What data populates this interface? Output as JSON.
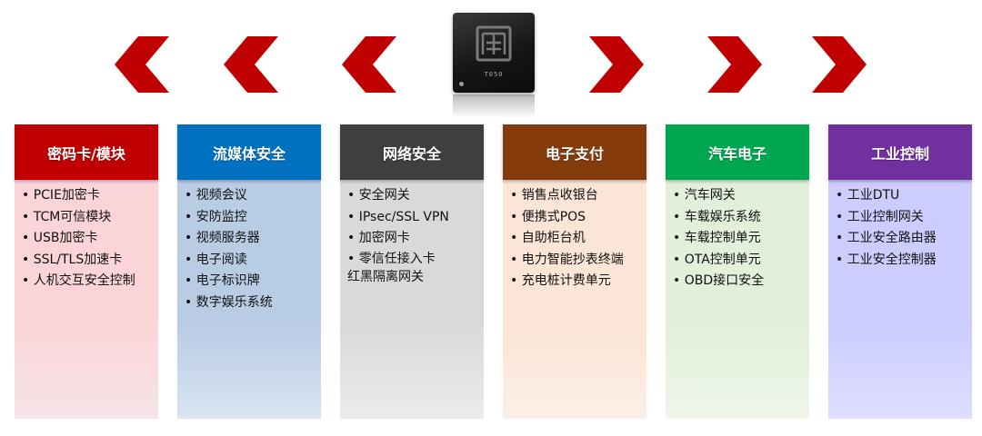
{
  "chip": {
    "marking": "T050",
    "icon": "chip-icon"
  },
  "arrows": {
    "left_color": "#c00000",
    "right_color": "#c00000"
  },
  "columns": [
    {
      "title": "密码卡/模块",
      "header_color": "#c00000",
      "body_color": "#fbd4d8",
      "items": [
        "PCIE加密卡",
        "TCM可信模块",
        "USB加密卡",
        "SSL/TLS加速卡",
        "人机交互安全控制"
      ]
    },
    {
      "title": "流媒体安全",
      "header_color": "#0070c0",
      "body_color": "#b8cce4",
      "items": [
        "视频会议",
        "安防监控",
        "视频服务器",
        "电子阅读",
        "电子标识牌",
        "数字娱乐系统"
      ]
    },
    {
      "title": "网络安全",
      "header_color": "#3f3f3f",
      "body_color": "#d9d9d9",
      "items": [
        "安全网关",
        "IPsec/SSL VPN",
        "加密网卡",
        "零信任接入卡\n红黑隔离网关"
      ]
    },
    {
      "title": "电子支付",
      "header_color": "#843c0c",
      "body_color": "#fbe5d6",
      "items": [
        "销售点收银台",
        "便携式POS",
        "自助柜台机",
        "电力智能抄表终端",
        "充电桩计费单元"
      ]
    },
    {
      "title": "汽车电子",
      "header_color": "#00a650",
      "body_color": "#e2efda",
      "items": [
        "汽车网关",
        "车载娱乐系统",
        "车载控制单元",
        "OTA控制单元",
        "OBD接口安全"
      ]
    },
    {
      "title": "工业控制",
      "header_color": "#7030a0",
      "body_color": "#ccccff",
      "items": [
        "工业DTU",
        "工业控制网关",
        "工业安全路由器",
        "工业安全控制器"
      ]
    }
  ]
}
